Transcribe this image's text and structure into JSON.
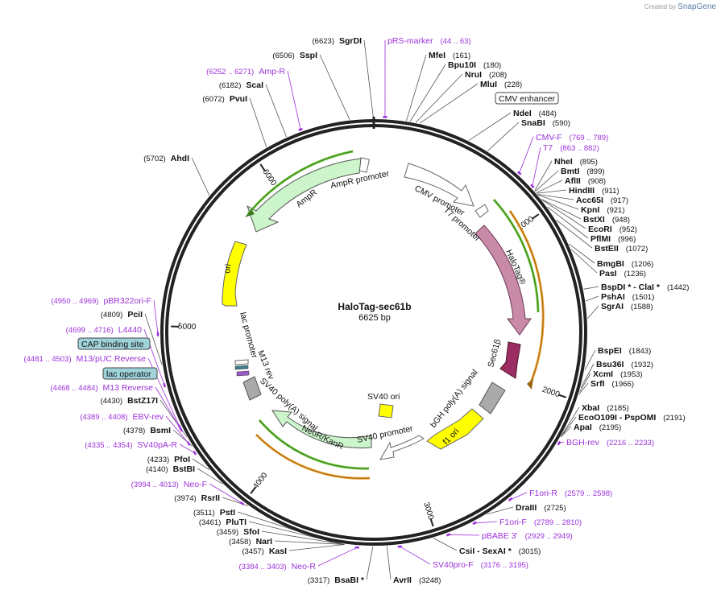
{
  "credit": {
    "prefix": "Created by",
    "brand": "SnapGene"
  },
  "plasmid": {
    "name": "HaloTag-sec61b",
    "length": "6625 bp"
  },
  "ticks": [
    "1000",
    "2000",
    "3000",
    "4000",
    "5000",
    "6000"
  ],
  "colors": {
    "primer": "#9b30d9",
    "text": "#111111",
    "ring": "#222222",
    "green": "#6cc63a",
    "orange": "#f0a030",
    "halotag": "#c98aa8",
    "sec61": "#9c2d62",
    "yellow": "#ffff00",
    "ampr": "#ccf5cc",
    "gray": "#aaaaaa",
    "boxfill": "#9fd3da"
  },
  "feature_labels": [
    {
      "id": "ampr",
      "text": "AmpR"
    },
    {
      "id": "ampr-promoter",
      "text": "AmpR promoter"
    },
    {
      "id": "cmv-promoter",
      "text": "CMV promoter"
    },
    {
      "id": "t7-promoter",
      "text": "T7 promoter"
    },
    {
      "id": "halotag",
      "text": "HaloTag®"
    },
    {
      "id": "sec61",
      "text": "Sec61β"
    },
    {
      "id": "bgh",
      "text": "bGH poly(A) signal"
    },
    {
      "id": "f1ori",
      "text": "f1 ori"
    },
    {
      "id": "sv40ori",
      "text": "SV40 ori"
    },
    {
      "id": "sv40promoter",
      "text": "SV40 promoter"
    },
    {
      "id": "neor",
      "text": "NeoR/KanR"
    },
    {
      "id": "sv40polya",
      "text": "SV40 poly(A) signal"
    },
    {
      "id": "m13rev",
      "text": "M13 rev"
    },
    {
      "id": "lacpromoter",
      "text": "lac promoter"
    },
    {
      "id": "ori",
      "text": "ori"
    }
  ],
  "boxed_labels": [
    {
      "id": "cmv-enhancer",
      "text": "CMV enhancer"
    },
    {
      "id": "cap-site",
      "text": "CAP binding site"
    },
    {
      "id": "lac-operator",
      "text": "lac operator"
    }
  ],
  "site_labels": [
    {
      "id": "sgrdi",
      "pos": "(6623)",
      "name": "SgrDI"
    },
    {
      "id": "sspi",
      "pos": "(6506)",
      "name": "SspI"
    },
    {
      "id": "scai",
      "pos": "(6182)",
      "name": "ScaI"
    },
    {
      "id": "pvui",
      "pos": "(6072)",
      "name": "PvuI"
    },
    {
      "id": "ahdi",
      "pos": "(5702)",
      "name": "AhdI"
    },
    {
      "id": "mfei",
      "name": "MfeI",
      "pos": "(161)"
    },
    {
      "id": "bpu10i",
      "name": "Bpu10I",
      "pos": "(180)"
    },
    {
      "id": "nrui",
      "name": "NruI",
      "pos": "(208)"
    },
    {
      "id": "mlui",
      "name": "MluI",
      "pos": "(228)"
    },
    {
      "id": "ndei",
      "name": "NdeI",
      "pos": "(484)"
    },
    {
      "id": "snabi",
      "name": "SnaBI",
      "pos": "(590)"
    },
    {
      "id": "nhei",
      "name": "NheI",
      "pos": "(895)"
    },
    {
      "id": "bmti",
      "name": "BmtI",
      "pos": "(899)"
    },
    {
      "id": "afliii",
      "name": "AflII",
      "pos": "(908)"
    },
    {
      "id": "hindiii",
      "name": "HindIII",
      "pos": "(911)"
    },
    {
      "id": "acc65i",
      "name": "Acc65I",
      "pos": "(917)"
    },
    {
      "id": "kpni",
      "name": "KpnI",
      "pos": "(921)"
    },
    {
      "id": "bstxi",
      "name": "BstXI",
      "pos": "(948)"
    },
    {
      "id": "ecori",
      "name": "EcoRI",
      "pos": "(952)"
    },
    {
      "id": "pfimi",
      "name": "PflMI",
      "pos": "(996)"
    },
    {
      "id": "bsteii",
      "name": "BstEII",
      "pos": "(1072)"
    },
    {
      "id": "bmgbi",
      "name": "BmgBI",
      "pos": "(1206)"
    },
    {
      "id": "pasi",
      "name": "PasI",
      "pos": "(1236)"
    },
    {
      "id": "bspdi",
      "name": "BspDI * - ClaI *",
      "pos": "(1442)"
    },
    {
      "id": "pshai",
      "name": "PshAI",
      "pos": "(1501)"
    },
    {
      "id": "sgrai",
      "name": "SgrAI",
      "pos": "(1588)"
    },
    {
      "id": "bspei",
      "name": "BspEI",
      "pos": "(1843)"
    },
    {
      "id": "bsu36i",
      "name": "Bsu36I",
      "pos": "(1932)"
    },
    {
      "id": "xcmi",
      "name": "XcmI",
      "pos": "(1953)"
    },
    {
      "id": "srfi",
      "name": "SrfI",
      "pos": "(1966)"
    },
    {
      "id": "xbai",
      "name": "XbaI",
      "pos": "(2185)"
    },
    {
      "id": "ecoo109i",
      "name": "EcoO109I  - PspOMI",
      "pos": "(2191)"
    },
    {
      "id": "apai",
      "name": "ApaI",
      "pos": "(2195)"
    },
    {
      "id": "draiii",
      "name": "DraIII",
      "pos": "(2725)"
    },
    {
      "id": "csii",
      "name": "CsiI  - SexAI *",
      "pos": "(3015)"
    },
    {
      "id": "avrii",
      "name": "AvrII",
      "pos": "(3248)"
    },
    {
      "id": "bsabi",
      "pos": "(3317)",
      "name": "BsaBI *"
    },
    {
      "id": "kasi",
      "pos": "(3457)",
      "name": "KasI"
    },
    {
      "id": "nari",
      "pos": "(3458)",
      "name": "NarI"
    },
    {
      "id": "sfoi",
      "pos": "(3459)",
      "name": "SfoI"
    },
    {
      "id": "pluti",
      "pos": "(3461)",
      "name": "PluTI"
    },
    {
      "id": "psti",
      "pos": "(3511)",
      "name": "PstI"
    },
    {
      "id": "rsrii",
      "pos": "(3974)",
      "name": "RsrII"
    },
    {
      "id": "bstbi",
      "pos": "(4140)",
      "name": "BstBI"
    },
    {
      "id": "pfoi",
      "pos": "(4233)",
      "name": "PfoI"
    },
    {
      "id": "bsmi",
      "pos": "(4378)",
      "name": "BsmI"
    },
    {
      "id": "bstz17i",
      "pos": "(4430)",
      "name": "BstZ17I"
    },
    {
      "id": "pcii",
      "pos": "(4809)",
      "name": "PciI"
    }
  ],
  "primer_labels": [
    {
      "id": "prs-marker",
      "name": "pRS-marker",
      "pos": "(44 .. 63)"
    },
    {
      "id": "amp-r",
      "pos": "(6252 .. 6271)",
      "name": "Amp-R"
    },
    {
      "id": "cmv-f",
      "name": "CMV-F",
      "pos": "(769 .. 789)"
    },
    {
      "id": "t7",
      "name": "T7",
      "pos": "(863 .. 882)"
    },
    {
      "id": "bgh-rev",
      "name": "BGH-rev",
      "pos": "(2216 .. 2233)"
    },
    {
      "id": "f1ori-r",
      "name": "F1ori-R",
      "pos": "(2579 .. 2598)"
    },
    {
      "id": "f1ori-f",
      "name": "F1ori-F",
      "pos": "(2789 .. 2810)"
    },
    {
      "id": "pbabe3",
      "name": "pBABE 3'",
      "pos": "(2929 .. 2949)"
    },
    {
      "id": "sv40pro-f",
      "name": "SV40pro-F",
      "pos": "(3176 .. 3195)"
    },
    {
      "id": "neo-r",
      "pos": "(3384 .. 3403)",
      "name": "Neo-R"
    },
    {
      "id": "neo-f",
      "pos": "(3994 .. 4013)",
      "name": "Neo-F"
    },
    {
      "id": "sv40pa-r",
      "pos": "(4335 .. 4354)",
      "name": "SV40pA-R"
    },
    {
      "id": "ebv-rev",
      "pos": "(4389 .. 4408)",
      "name": "EBV-rev"
    },
    {
      "id": "m13-reverse",
      "pos": "(4468 .. 4484)",
      "name": "M13 Reverse"
    },
    {
      "id": "m13-puc-reverse",
      "pos": "(4481 .. 4503)",
      "name": "M13/pUC Reverse"
    },
    {
      "id": "l4440",
      "pos": "(4699 .. 4716)",
      "name": "L4440"
    },
    {
      "id": "pbr322ori-f",
      "pos": "(4950 .. 4969)",
      "name": "pBR322ori-F"
    }
  ]
}
